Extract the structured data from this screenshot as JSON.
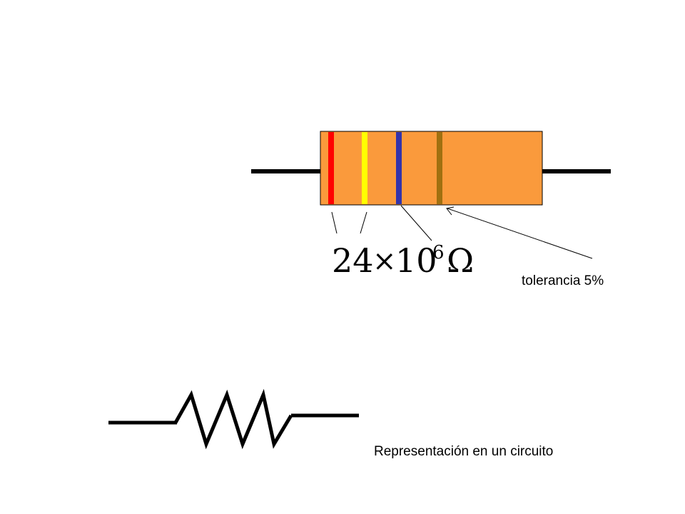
{
  "resistor": {
    "body_color": "#FA9A3C",
    "bands": [
      {
        "name": "band-1-red",
        "color": "#FF0000"
      },
      {
        "name": "band-2-yellow",
        "color": "#FFFF00"
      },
      {
        "name": "band-3-blue",
        "color": "#3333AA"
      },
      {
        "name": "band-4-gold",
        "color": "#A07010"
      }
    ]
  },
  "value": {
    "mantissa": "24",
    "times": "×",
    "base": "10",
    "exponent": "6",
    "unit": "Ω"
  },
  "tolerance_label": "tolerancia 5%",
  "circuit_label": "Representación en un circuito"
}
